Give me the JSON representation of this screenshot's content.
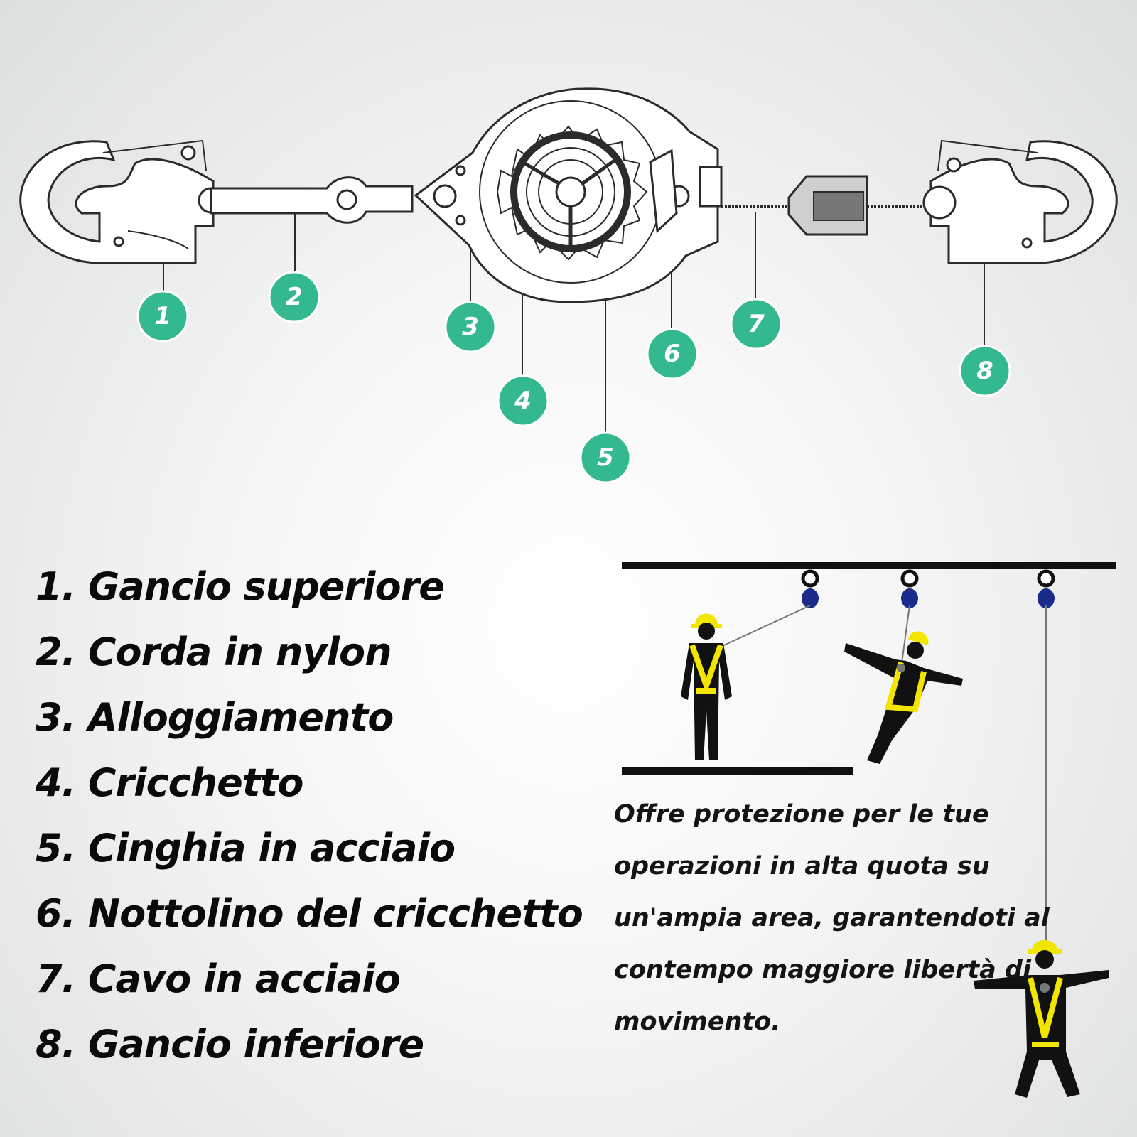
{
  "callouts": [
    "1",
    "2",
    "3",
    "4",
    "5",
    "6",
    "7",
    "8"
  ],
  "parts": [
    {
      "text": "1. Gancio superiore"
    },
    {
      "text": "2. Corda in nylon"
    },
    {
      "text": "3. Alloggiamento"
    },
    {
      "text": "4. Cricchetto"
    },
    {
      "text": "5. Cinghia in acciaio"
    },
    {
      "text": "6. Nottolino del cricchetto"
    },
    {
      "text": "7. Cavo in acciaio"
    },
    {
      "text": "8. Gancio inferiore"
    }
  ],
  "description": "Offre protezione per le tue operazioni in alta quota su un'ampia area, garantendoti al contempo maggiore libertà di movimento.",
  "colors": {
    "callout": "#33b88f",
    "harness": "#f2e600",
    "helmet": "#f2e600",
    "device": "#1a2b8c",
    "text": "#0a0a0a"
  }
}
